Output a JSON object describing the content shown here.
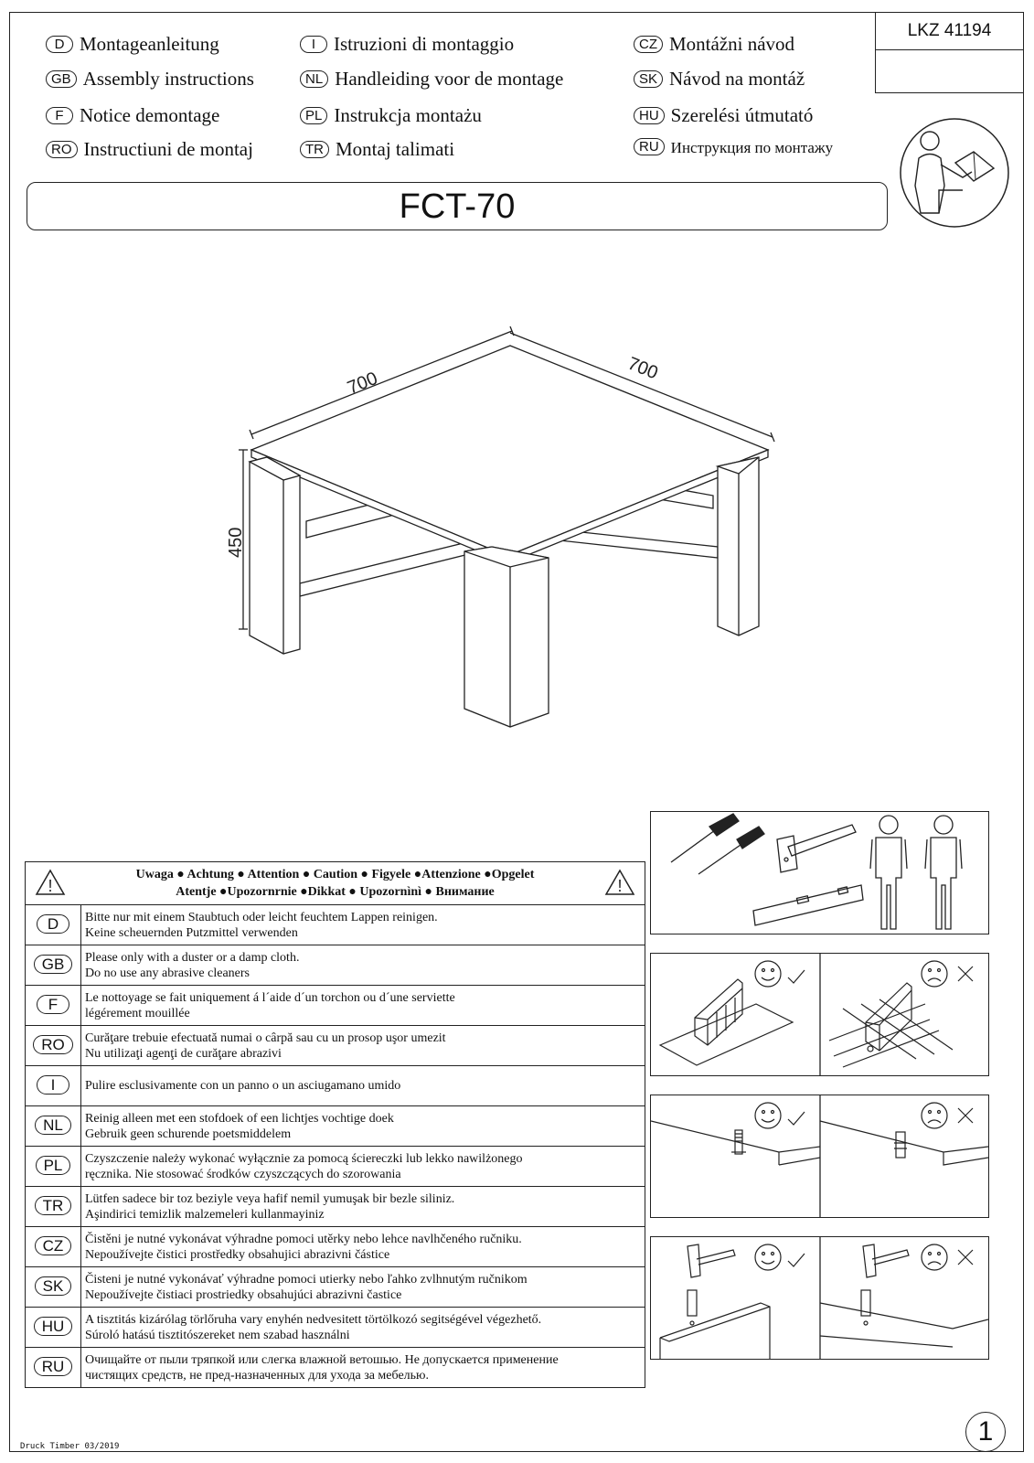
{
  "header": {
    "languages": [
      {
        "code": "D",
        "label": "Montageanleitung"
      },
      {
        "code": "GB",
        "label": "Assembly instructions"
      },
      {
        "code": "F",
        "label": "Notice demontage"
      },
      {
        "code": "RO",
        "label": "Instructiuni de montaj"
      },
      {
        "code": "I",
        "label": "Istruzioni di montaggio"
      },
      {
        "code": "NL",
        "label": "Handleiding voor de montage"
      },
      {
        "code": "PL",
        "label": "Instrukcja montażu"
      },
      {
        "code": "TR",
        "label": "Montaj talimati"
      },
      {
        "code": "CZ",
        "label": "Montážni návod"
      },
      {
        "code": "SK",
        "label": "Návod na montáž"
      },
      {
        "code": "HU",
        "label": "Szerelési útmutató"
      },
      {
        "code": "RU",
        "label": "Инструкция по монтажу"
      }
    ],
    "lkz": "LKZ 41194",
    "lkz_sub": ""
  },
  "title": "FCT-70",
  "dimensions": {
    "width": "700",
    "depth": "700",
    "height": "450"
  },
  "warning": {
    "line1": "Uwaga ● Achtung ● Attention ● Caution ● Figyele ●Attenzione ●Opgelet",
    "line2": "Atentje ●Upozornrnie ●Dikkat ● Upozornìnì ● Внимание"
  },
  "care": [
    {
      "code": "D",
      "l1": "Bitte nur mit einem Staubtuch oder leicht feuchtem Lappen reinigen.",
      "l2": "Keine scheuernden Putzmittel verwenden"
    },
    {
      "code": "GB",
      "l1": "Please only with a duster or a damp cloth.",
      "l2": "Do no use any abrasive cleaners"
    },
    {
      "code": "F",
      "l1": "Le nottoyage se fait uniquement á l´aide d´un torchon ou d´une serviette",
      "l2": "légérement mouillée"
    },
    {
      "code": "RO",
      "l1": "Curăţare trebuie efectuată numai o cârpă sau cu un prosop uşor umezit",
      "l2": "Nu utilizaţi agenţi de curăţare abrazivi"
    },
    {
      "code": "I",
      "l1": "Pulire esclusivamente con un panno o un asciugamano umido",
      "l2": ""
    },
    {
      "code": "NL",
      "l1": "Reinig alleen met een stofdoek of een lichtjes vochtige doek",
      "l2": "Gebruik geen schurende poetsmiddelem"
    },
    {
      "code": "PL",
      "l1": "Czyszczenie należy wykonać wyłącznie za pomocą ścіereczki lub lekko nawilżonego",
      "l2": "ręcznika. Nie stosować środków czyszczących do szorowania"
    },
    {
      "code": "TR",
      "l1": "Lütfen sadece bir toz beziyle veya hafif nemil yumuşak bir bezle siliniz.",
      "l2": "Aşindirici temizlik malzemeleri kullanmayiniz"
    },
    {
      "code": "CZ",
      "l1": "Čistěni je nutné vykonávat výhradne pomoci utěrky nebo lehce navlhčeného ručniku.",
      "l2": "Nepoužívejte čistici prostředky obsahujici abrazivni částice"
    },
    {
      "code": "SK",
      "l1": "Čisteni je nutné vykonávať výhradne pomoci utierky nebo ľahko zvlhnutým ručnikom",
      "l2": "Nepoužívejte čistiaci prostriedky obsahujúci abrazivni častice"
    },
    {
      "code": "HU",
      "l1": "A tisztitás kizárólag törlőruha vary enyhén nedvesitett törtölkozó segitségével végezhető.",
      "l2": "Súroló hatású tisztitószereket nem szabad használni"
    },
    {
      "code": "RU",
      "l1": "Очищайте от пыли тряпкой или слегка влажной ветошью. Не допускается применение",
      "l2": "чистящих средств, не пред-назначенных для ухода за мебелью."
    }
  ],
  "footer": {
    "page": "1",
    "druck": "Druck Timber 03/2019"
  }
}
